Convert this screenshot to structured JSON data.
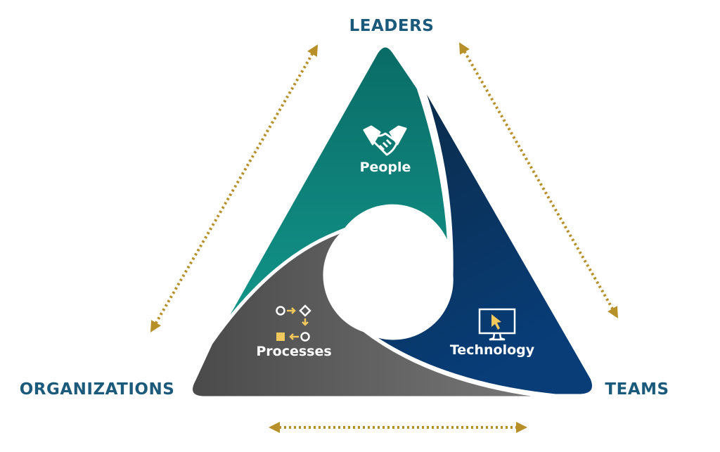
{
  "diagram": {
    "corners": {
      "top": "LEADERS",
      "left": "ORGANIZATIONS",
      "right": "TEAMS"
    },
    "segments": [
      {
        "label": "People",
        "icon": "handshake-icon",
        "color": "#0e7d78"
      },
      {
        "label": "Processes",
        "icon": "process-flow-icon",
        "color": "#5a5a5a"
      },
      {
        "label": "Technology",
        "icon": "monitor-cursor-icon",
        "color": "#0b3a66"
      }
    ],
    "arrow_color": "#b8902a",
    "icon_accent": "#f2c75c"
  }
}
